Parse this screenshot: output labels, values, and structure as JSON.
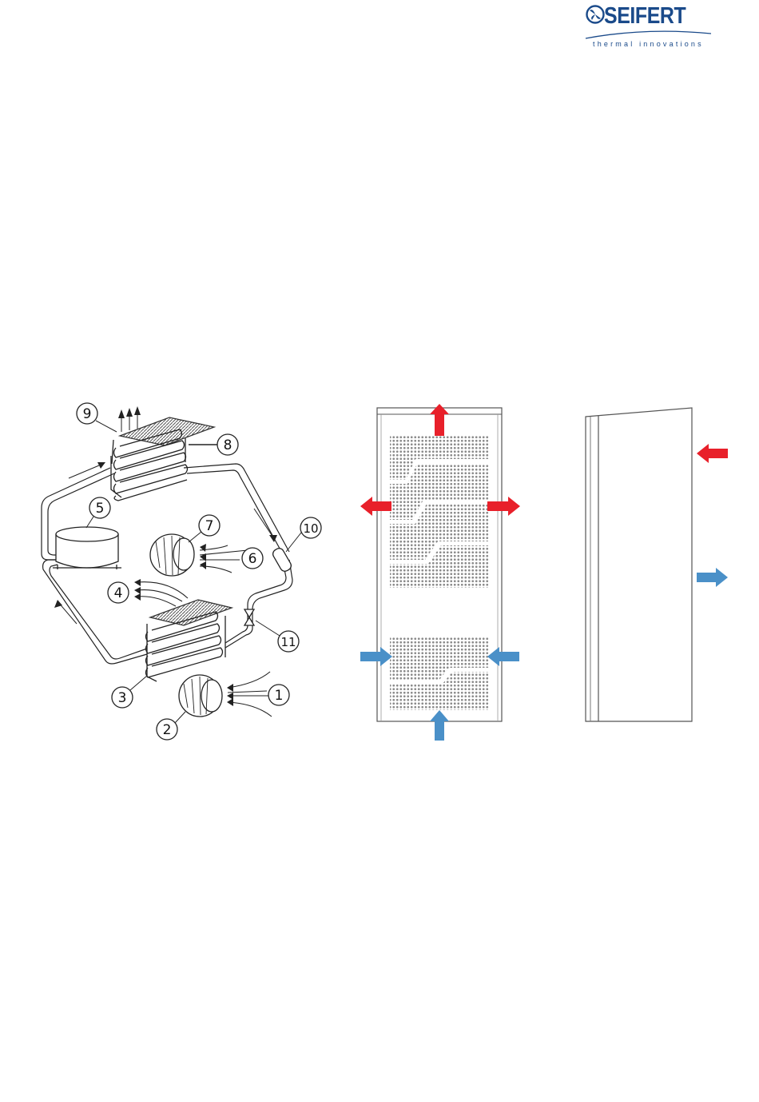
{
  "logo": {
    "name": "SEIFERT",
    "tagline": "thermal innovations",
    "brand_color": "#1a4a8a"
  },
  "cycle_diagram": {
    "callouts": [
      "1",
      "2",
      "3",
      "4",
      "5",
      "6",
      "7",
      "8",
      "9",
      "10",
      "11"
    ]
  },
  "colors": {
    "hot_air": "#e8202a",
    "cold_air": "#4a90c8",
    "line": "#222222",
    "perforation": "#8a8a8a"
  }
}
